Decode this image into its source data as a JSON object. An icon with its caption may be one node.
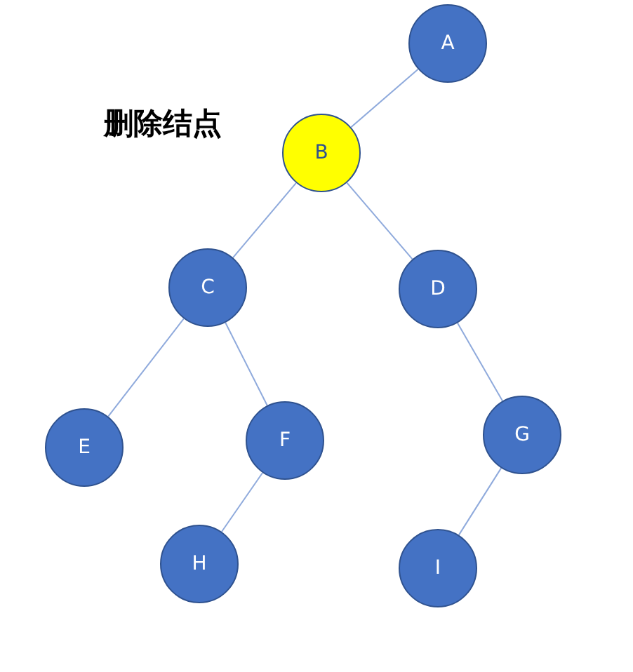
{
  "diagram": {
    "nodes": [
      {
        "text": [
          "A"
        ]
      },
      {
        "text": [
          "B"
        ]
      },
      {
        "text": [
          "C"
        ]
      },
      {
        "text": [
          "D"
        ]
      },
      {
        "text": [
          "E"
        ]
      },
      {
        "text": [
          "F"
        ]
      },
      {
        "text": [
          "G"
        ]
      },
      {
        "text": [
          "H"
        ]
      },
      {
        "text": [
          "I"
        ]
      }
    ],
    "edges": [
      {
        "from": 0,
        "to": 1,
        "arrow": "none"
      },
      {
        "from": 1,
        "to": 2,
        "arrow": "none"
      },
      {
        "from": 1,
        "to": 3,
        "arrow": "none"
      },
      {
        "from": 2,
        "to": 4,
        "arrow": "none"
      },
      {
        "from": 2,
        "to": 5,
        "arrow": "none"
      },
      {
        "from": 3,
        "to": 6,
        "arrow": "none"
      },
      {
        "from": 5,
        "to": 7,
        "arrow": "none"
      },
      {
        "from": 6,
        "to": 8,
        "arrow": "none"
      }
    ],
    "labels": [
      "删除结点"
    ]
  }
}
